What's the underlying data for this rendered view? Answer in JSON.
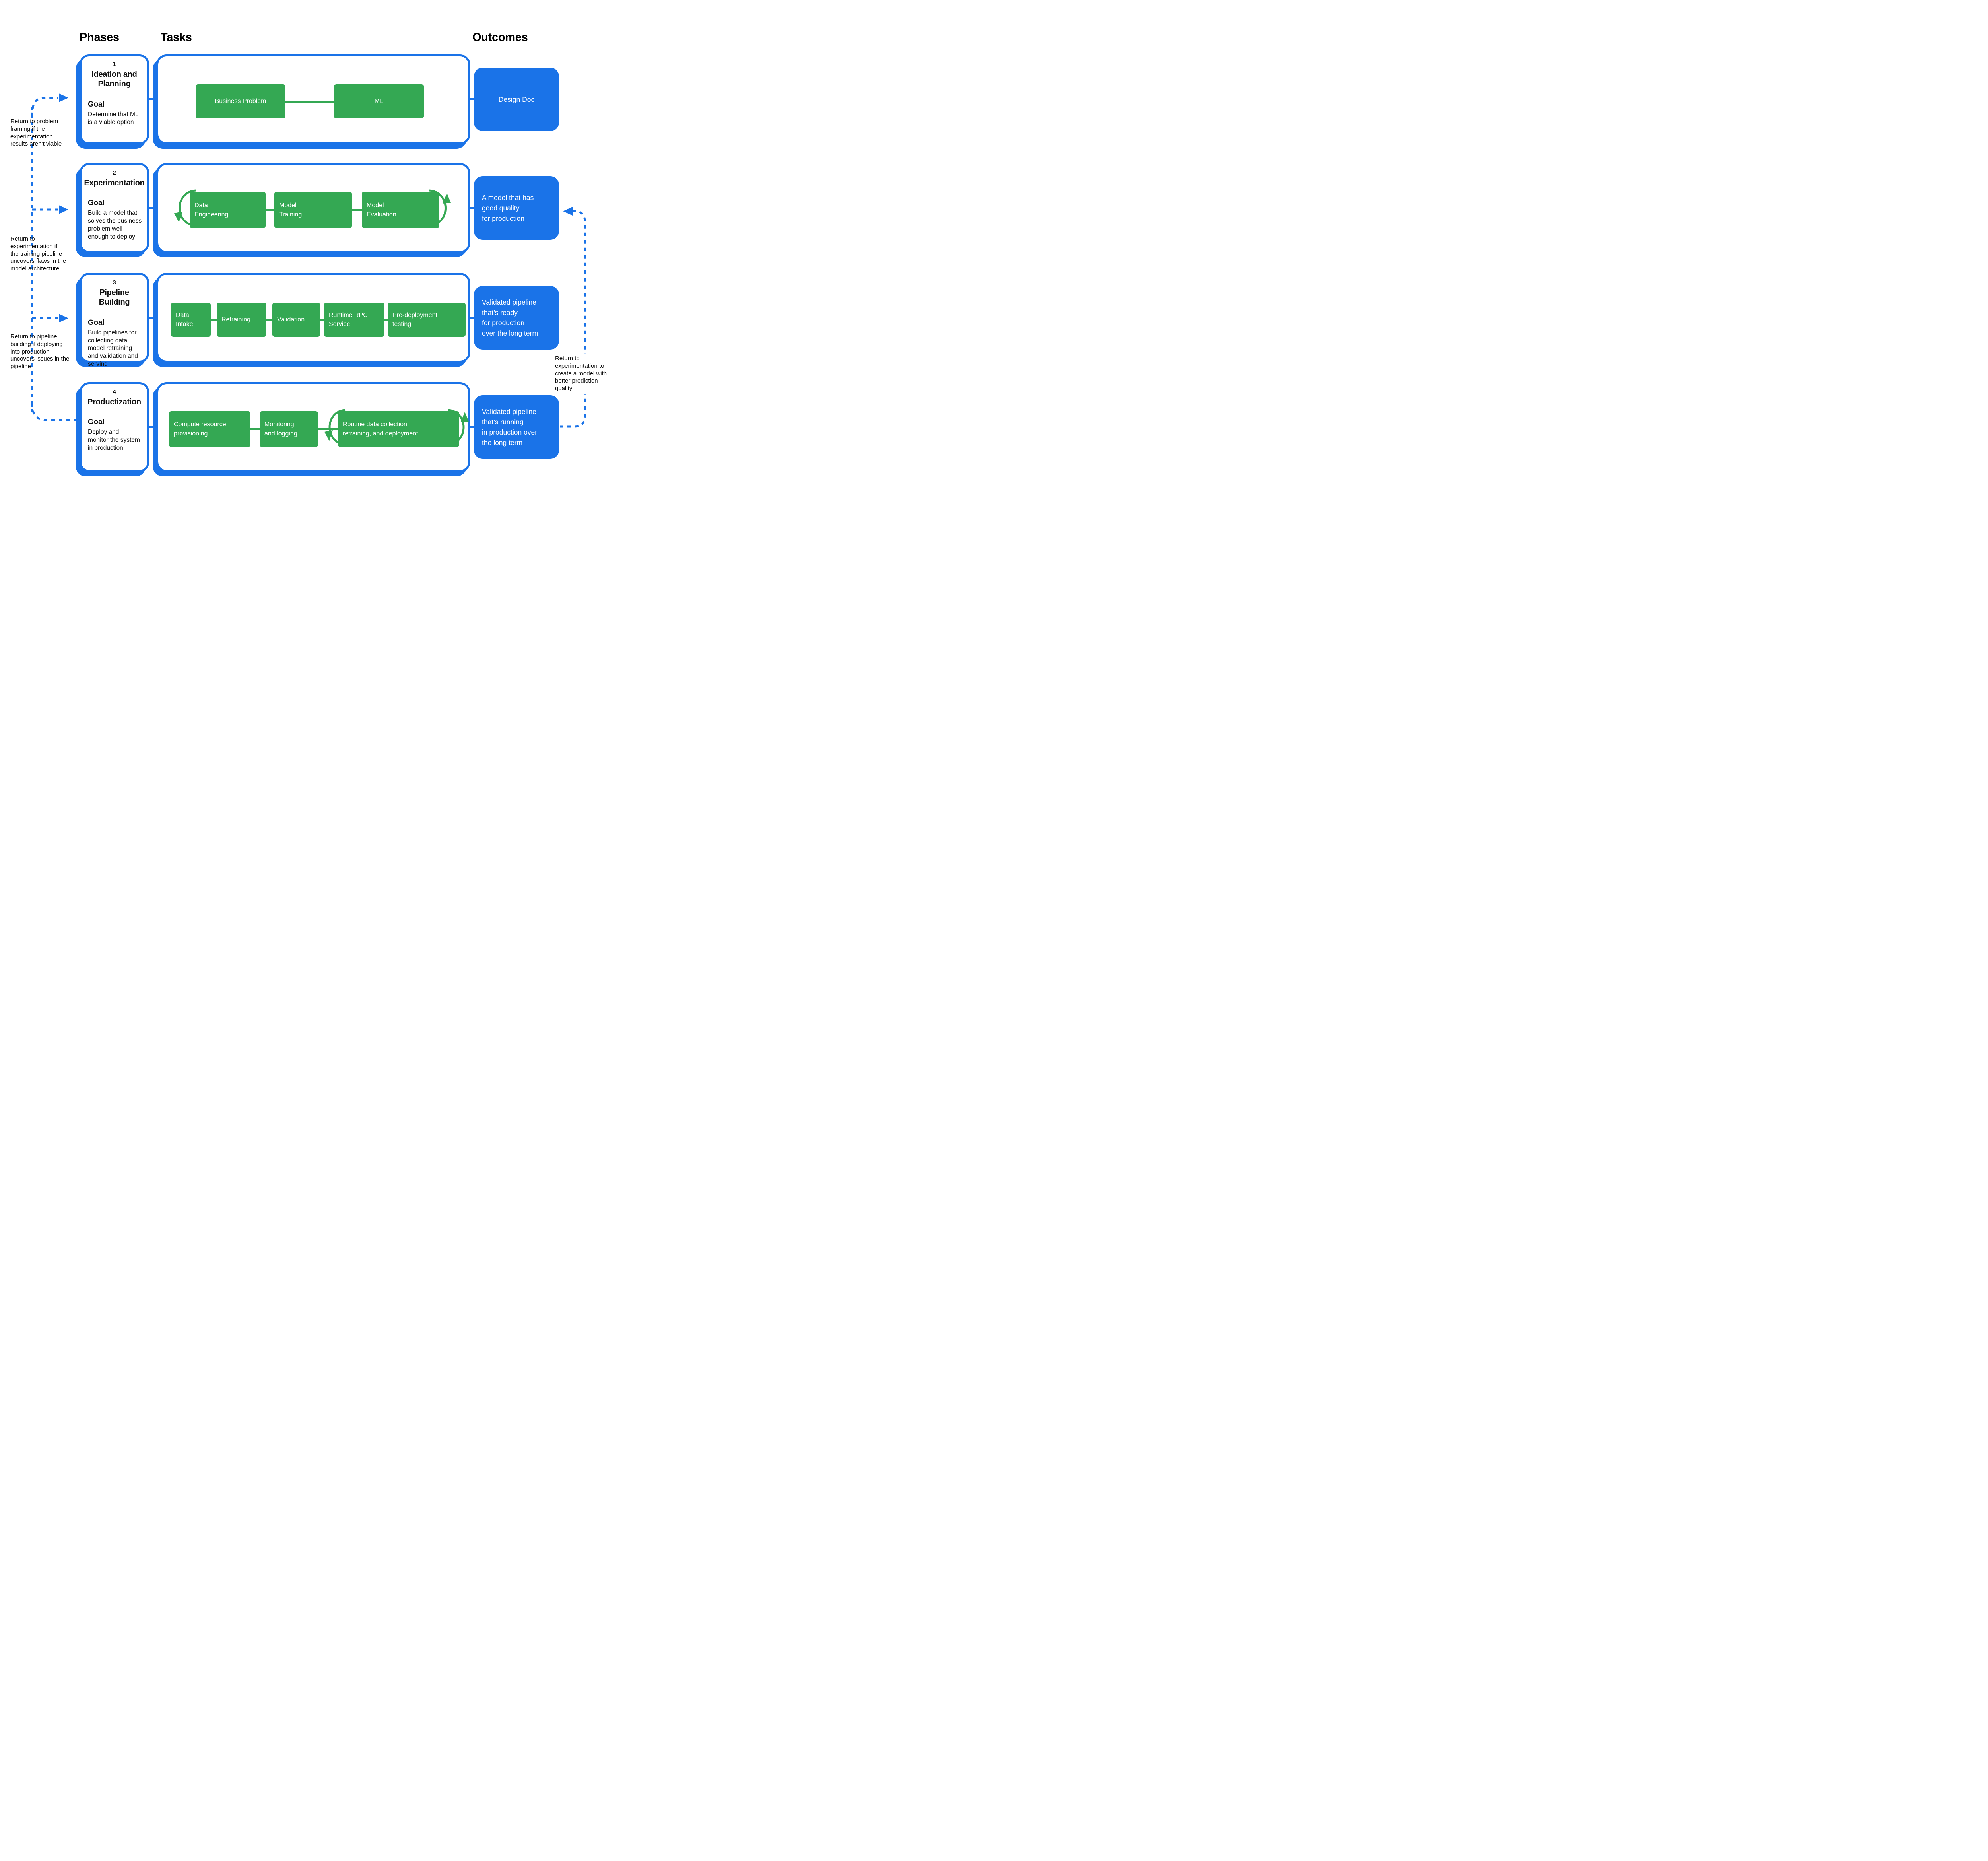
{
  "colors": {
    "blue": "#1A73E8",
    "green": "#34A853",
    "text": "#000000"
  },
  "header": {
    "phases": "Phases",
    "tasks": "Tasks",
    "outcomes": "Outcomes"
  },
  "rows": [
    {
      "number": "1",
      "phase": "Ideation and\nPlanning",
      "goal_label": "Goal",
      "goal": "Determine that ML\nis a viable option",
      "tasks": [
        "Business Problem",
        "ML"
      ],
      "outcome": "Design Doc"
    },
    {
      "number": "2",
      "phase": "Experimentation",
      "goal_label": "Goal",
      "goal": "Build a model that\nsolves the business\nproblem well\nenough to deploy",
      "tasks": [
        "Data\nEngineering",
        "Model\nTraining",
        "Model\nEvaluation"
      ],
      "outcome": "A model that has\ngood quality\nfor production"
    },
    {
      "number": "3",
      "phase": "Pipeline Building",
      "goal_label": "Goal",
      "goal": "Build pipelines for\ncollecting data,\nmodel retraining\nand validation and\nserving",
      "tasks": [
        "Data\nIntake",
        "Retraining",
        "Validation",
        "Runtime RPC\nService",
        "Pre-deployment\ntesting"
      ],
      "outcome": "Validated pipeline\nthat’s ready\nfor production\nover the long term"
    },
    {
      "number": "4",
      "phase": "Productization",
      "goal_label": "Goal",
      "goal": "Deploy and\nmonitor the system\nin production",
      "tasks": [
        "Compute  resource\nprovisioning",
        "Monitoring\nand logging",
        "Routine data collection,\nretraining, and deployment"
      ],
      "outcome": "Validated pipeline\nthat’s running\nin production over\nthe long term"
    }
  ],
  "annotations": {
    "left": [
      "Return to problem\nframing if the\nexperimentation\nresults aren’t viable",
      "Return to\nexperimentation if\nthe training pipeline\nuncovers flaws in the\nmodel architecture",
      "Return to pipeline\nbuilding if deploying\ninto production\nuncovers issues in the\npipeline"
    ],
    "right": "Return to\nexperimentation to\ncreate a model with\nbetter prediction\nquality"
  }
}
